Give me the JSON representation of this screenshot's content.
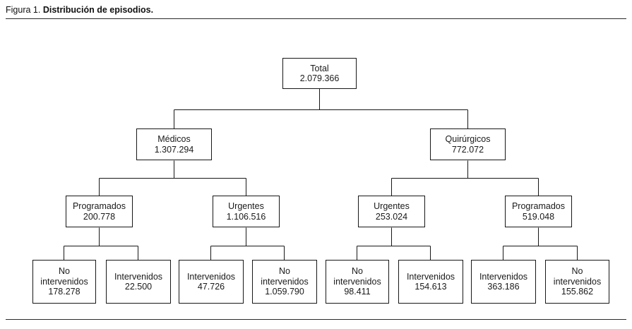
{
  "figure": {
    "caption_label": "Figura 1.",
    "caption_title": "Distribución de episodios."
  },
  "chart_data": {
    "type": "diagram",
    "subtype": "tree-flowchart",
    "title": "Distribución de episodios.",
    "orientation": "top-down",
    "levels": 4,
    "nodes": [
      {
        "id": "root",
        "label": "Total",
        "value": "2.079.366",
        "level": 0
      },
      {
        "id": "med",
        "label": "Médicos",
        "value": "1.307.294",
        "level": 1
      },
      {
        "id": "qui",
        "label": "Quirúrgicos",
        "value": "772.072",
        "level": 1
      },
      {
        "id": "med-pro",
        "label": "Programados",
        "value": "200.778",
        "level": 2
      },
      {
        "id": "med-urg",
        "label": "Urgentes",
        "value": "1.106.516",
        "level": 2
      },
      {
        "id": "qui-urg",
        "label": "Urgentes",
        "value": "253.024",
        "level": 2
      },
      {
        "id": "qui-pro",
        "label": "Programados",
        "value": "519.048",
        "level": 2
      },
      {
        "id": "l1",
        "label": "No\nintervenidos",
        "value": "178.278",
        "level": 3
      },
      {
        "id": "l2",
        "label": "Intervenidos",
        "value": "22.500",
        "level": 3
      },
      {
        "id": "l3",
        "label": "Intervenidos",
        "value": "47.726",
        "level": 3
      },
      {
        "id": "l4",
        "label": "No\nintervenidos",
        "value": "1.059.790",
        "level": 3
      },
      {
        "id": "l5",
        "label": "No\nintervenidos",
        "value": "98.411",
        "level": 3
      },
      {
        "id": "l6",
        "label": "Intervenidos",
        "value": "154.613",
        "level": 3
      },
      {
        "id": "l7",
        "label": "Intervenidos",
        "value": "363.186",
        "level": 3
      },
      {
        "id": "l8",
        "label": "No\nintervenidos",
        "value": "155.862",
        "level": 3
      }
    ],
    "edges": [
      [
        "root",
        "med"
      ],
      [
        "root",
        "qui"
      ],
      [
        "med",
        "med-pro"
      ],
      [
        "med",
        "med-urg"
      ],
      [
        "qui",
        "qui-urg"
      ],
      [
        "qui",
        "qui-pro"
      ],
      [
        "med-pro",
        "l1"
      ],
      [
        "med-pro",
        "l2"
      ],
      [
        "med-urg",
        "l3"
      ],
      [
        "med-urg",
        "l4"
      ],
      [
        "qui-urg",
        "l5"
      ],
      [
        "qui-urg",
        "l6"
      ],
      [
        "qui-pro",
        "l7"
      ],
      [
        "qui-pro",
        "l8"
      ]
    ],
    "colors": {
      "box_border": "#171717",
      "box_fill": "#ffffff",
      "line": "#171717",
      "text": "#1a1a1a"
    }
  }
}
